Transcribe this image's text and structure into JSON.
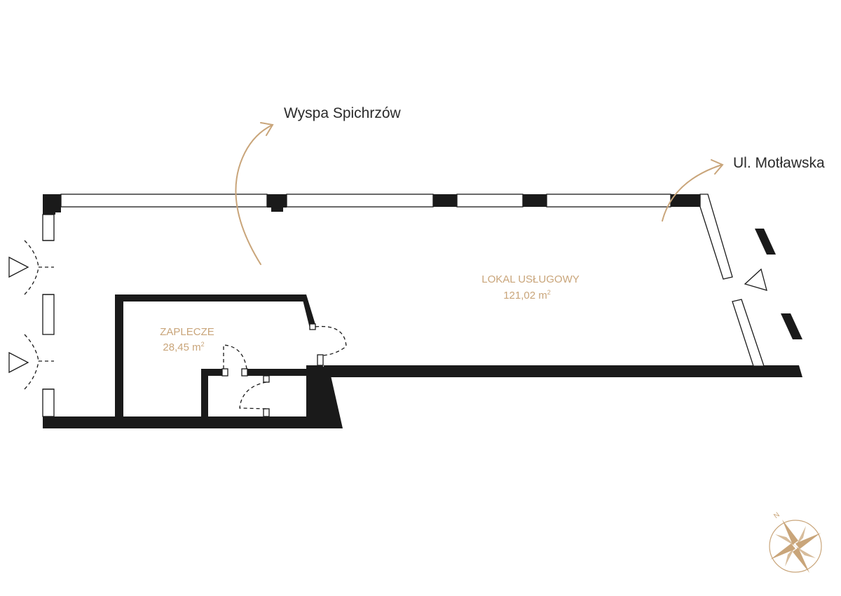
{
  "labels": {
    "direction_north": "Wyspa Spichrzów",
    "direction_east": "Ul. Motławska"
  },
  "rooms": [
    {
      "name": "LOKAL USŁUGOWY",
      "area": "121,02 m",
      "area_sup": "2"
    },
    {
      "name": "ZAPLECZE",
      "area": "28,45 m",
      "area_sup": "2"
    }
  ],
  "compass": {
    "north_letter": "N"
  },
  "colors": {
    "accent": "#c9a57a",
    "wall": "#1a1a1a",
    "text": "#2b2b2b"
  }
}
